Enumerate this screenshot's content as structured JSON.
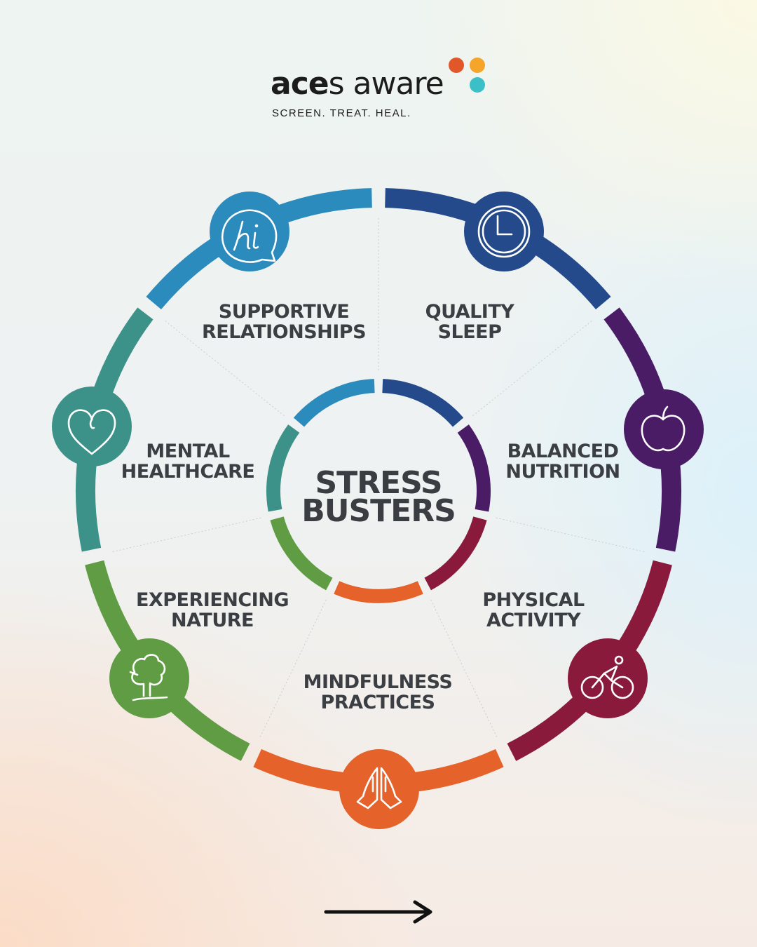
{
  "logo": {
    "word_part1": "ace",
    "word_part2": "s aware",
    "tagline": "SCREEN. TREAT. HEAL.",
    "dot_colors": [
      "#e2572a",
      "#f4a52a",
      "#3cc0c8"
    ]
  },
  "center": {
    "line1": "STRESS",
    "line2": "BUSTERS"
  },
  "segments": [
    {
      "line1": "QUALITY",
      "line2": "SLEEP",
      "icon": "clock-icon",
      "color": "#244a8c"
    },
    {
      "line1": "BALANCED",
      "line2": "NUTRITION",
      "icon": "apple-icon",
      "color": "#4b1c66"
    },
    {
      "line1": "PHYSICAL",
      "line2": "ACTIVITY",
      "icon": "cyclist-icon",
      "color": "#8a1a3c"
    },
    {
      "line1": "MINDFULNESS",
      "line2": "PRACTICES",
      "icon": "praying-hands-icon",
      "color": "#e5622a"
    },
    {
      "line1": "EXPERIENCING",
      "line2": "NATURE",
      "icon": "tree-icon",
      "color": "#5f9c44"
    },
    {
      "line1": "MENTAL",
      "line2": "HEALTHCARE",
      "icon": "heart-icon",
      "color": "#3c9289"
    },
    {
      "line1": "SUPPORTIVE",
      "line2": "RELATIONSHIPS",
      "icon": "hi-speech-bubble-icon",
      "color": "#2b8bbd"
    }
  ]
}
